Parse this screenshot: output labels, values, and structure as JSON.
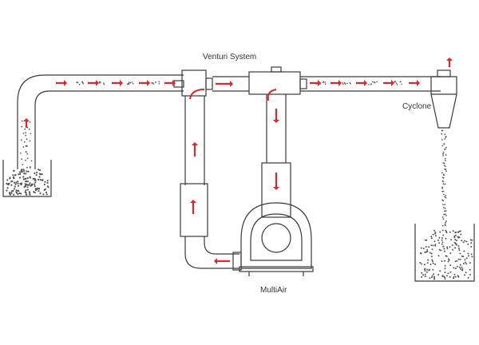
{
  "labels": {
    "venturi": "Venturi System",
    "cyclone": "Cyclone",
    "multiair": "MultiAir"
  },
  "colors": {
    "line": "#3a3a3a",
    "arrow": "#e0262a",
    "particles": "#555555",
    "background": "#ffffff"
  }
}
